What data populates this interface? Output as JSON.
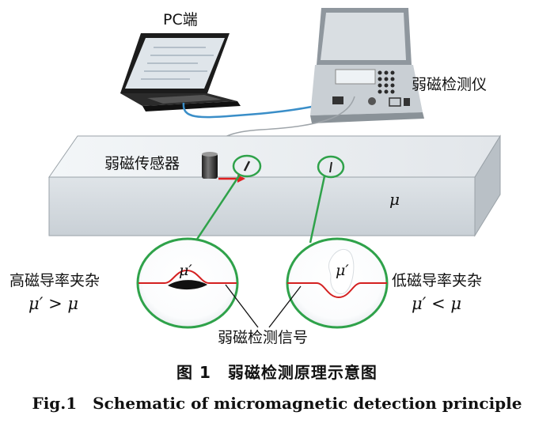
{
  "labels": {
    "pc": "PC端",
    "instrument": "弱磁检测仪",
    "sensor": "弱磁传感器",
    "mu": "μ",
    "high_inclusion": "高磁导率夹杂",
    "high_relation": "μ′ > μ",
    "low_inclusion": "低磁导率夹杂",
    "low_relation": "μ′ < μ",
    "mu_prime": "μ′",
    "signal": "弱磁检测信号"
  },
  "caption": {
    "chinese": "图 1　弱磁检测原理示意图",
    "english": "Fig.1　Schematic of micromagnetic detection principle"
  },
  "colors": {
    "cable": "#3a8ec8",
    "circle": "#2fa24a",
    "signal": "#d42020",
    "arrow": "#e02020",
    "plate_top": "#eef1f3",
    "plate_front": "#d3d9de",
    "plate_side": "#b9c0c6"
  }
}
